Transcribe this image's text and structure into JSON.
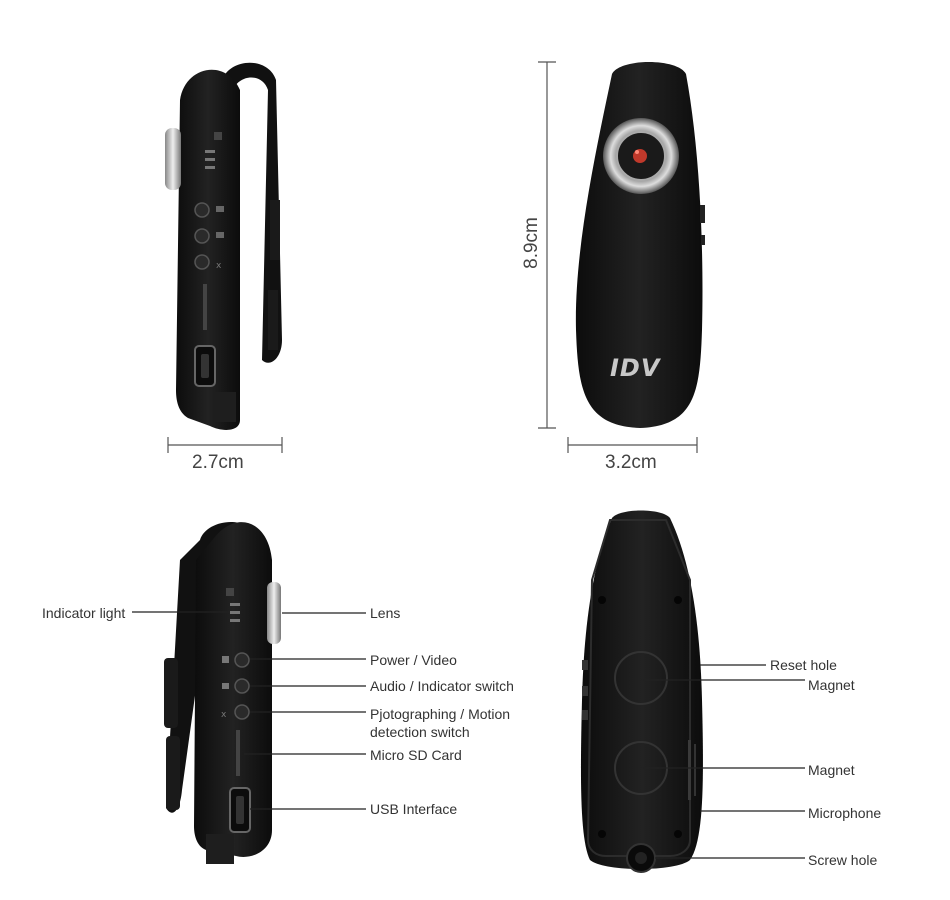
{
  "dimensions": {
    "side_width": "2.7cm",
    "front_width": "3.2cm",
    "height": "8.9cm"
  },
  "brand": {
    "logo_text": "IDV"
  },
  "callouts": {
    "indicator_light": "Indicator light",
    "lens": "Lens",
    "power_video": "Power / Video",
    "audio_indicator": "Audio / Indicator switch",
    "photo_motion": "Pjotographing / Motion detection switch",
    "micro_sd": "Micro SD Card",
    "usb": "USB Interface",
    "reset_hole": "Reset hole",
    "magnet_top": "Magnet",
    "magnet_bottom": "Magnet",
    "microphone": "Microphone",
    "screw_hole": "Screw hole"
  },
  "colors": {
    "body": "#141414",
    "line": "#222222",
    "text": "#333333",
    "lens_red": "#c0392b"
  }
}
